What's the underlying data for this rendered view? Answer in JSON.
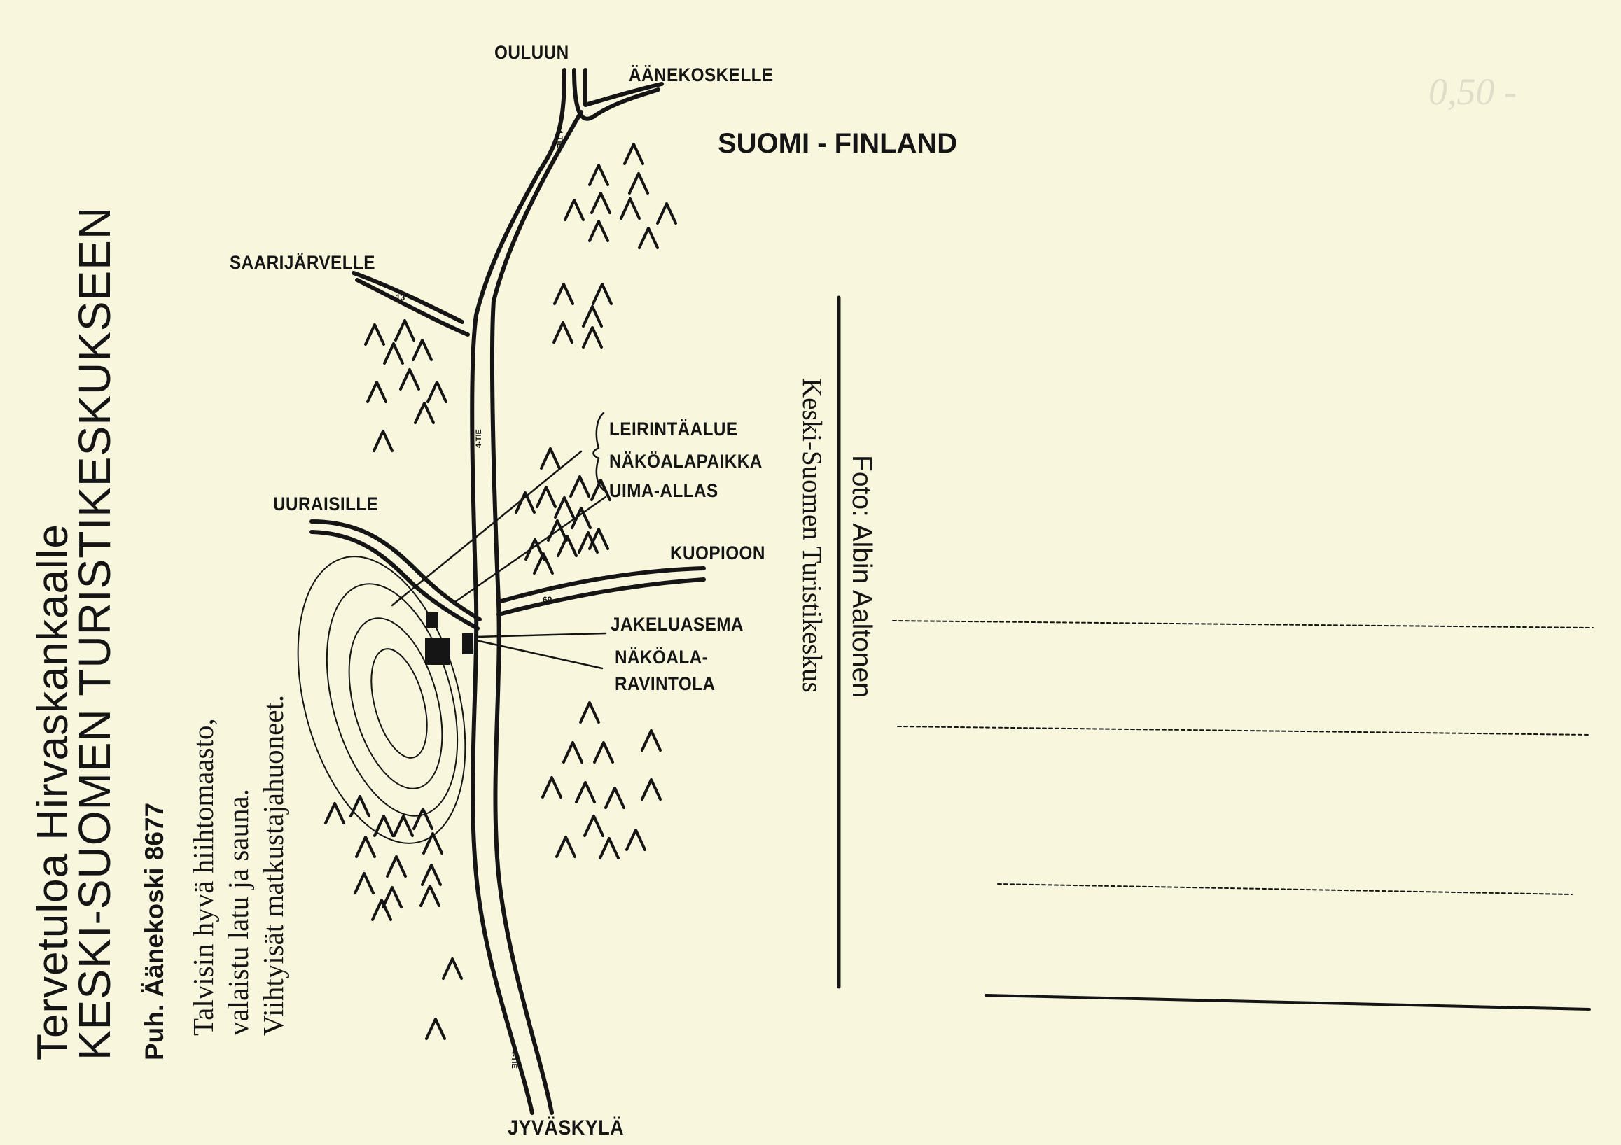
{
  "card": {
    "greeting": {
      "line1": "Tervetuloa  Hirvaskankaalle",
      "line2": "KESKI-SUOMEN TURISTIKESKUKSEEN",
      "phone": "Puh. Äänekoski 8677"
    },
    "description": [
      "Talvisin hyvä hiihtomaasto,",
      "valaistu latu ja sauna.",
      "Viihtyisät matkustajahuoneet."
    ],
    "country": "SUOMI - FINLAND",
    "credit": {
      "photographer": "Foto: Albin Aaltonen",
      "publisher": "Keski-Suomen Turistikeskus"
    },
    "pencil_note": "0,50 -"
  },
  "map": {
    "destinations": {
      "north": "OULUUN",
      "northeast": "ÄÄNEKOSKELLE",
      "northwest": "SAARIJÄRVELLE",
      "west": "UURAISILLE",
      "east": "KUOPIOON",
      "south": "JYVÄSKYLÄ"
    },
    "facilities": {
      "camping": "LEIRINTÄALUE",
      "viewpoint": "NÄKÖALAPAIKKA",
      "pool": "UIMA-ALLAS",
      "gas_station": "JAKELUASEMA",
      "restaurant_line1": "NÄKÖALA-",
      "restaurant_line2": "RAVINTOLA"
    },
    "road_marks": {
      "highway_north": "4-TIE",
      "highway_mid": "4-TIE",
      "highway_south": "4-TIE",
      "road_13": "13",
      "road_69": "69"
    }
  }
}
